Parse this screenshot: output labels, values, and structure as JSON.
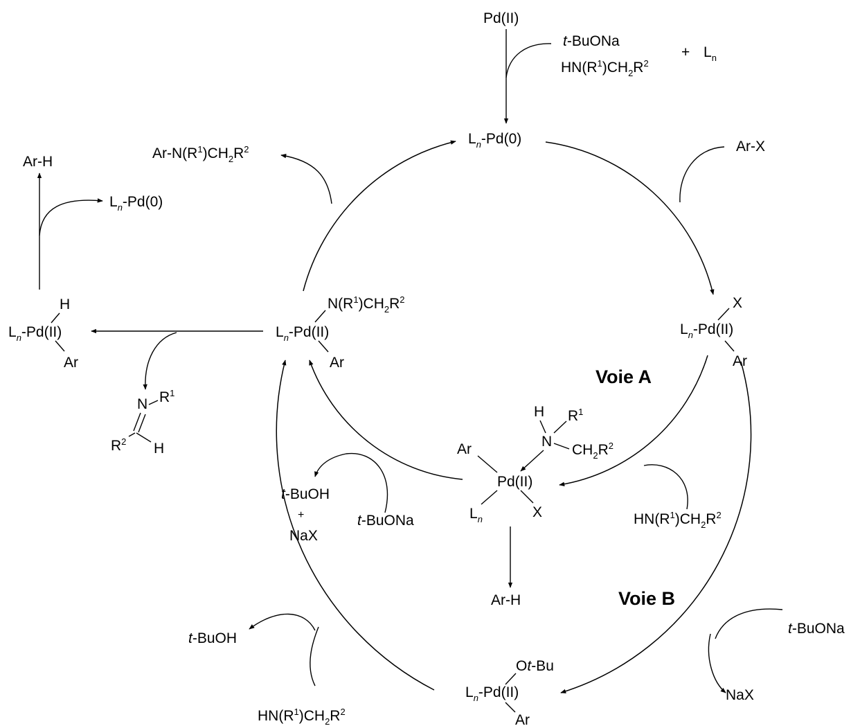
{
  "pd_ii_start": "Pd(II)",
  "reagent_tbuona_top": "t-BuONa",
  "amine_top": "HN(R1)CH2R2",
  "plus_top": "+",
  "ligand_top": "Ln",
  "pd0_top": "Ln-Pd(0)",
  "product_amine": "Ar-N(R1)CH2R2",
  "ar_x": "Ar-X",
  "ar_h_left": "Ar-H",
  "pd0_left": "Ln-Pd(0)",
  "oxidative_adduct": {
    "ligand": "X",
    "metal": "Ln-Pd(II)",
    "aryl": "Ar"
  },
  "amido_complex": {
    "ligand": "N(R1)CH2R2",
    "metal": "Ln-Pd(II)",
    "aryl": "Ar"
  },
  "hydride_complex": {
    "ligand": "H",
    "metal": "Ln-Pd(II)",
    "aryl": "Ar"
  },
  "route_a": "Voie A",
  "route_b": "Voie B",
  "imine": {
    "n": "N",
    "r1": "R1",
    "r2": "R2",
    "h": "H"
  },
  "amine_complex": {
    "h": "H",
    "r1": "R1",
    "n": "N",
    "ch2r2": "CH2R2",
    "ar": "Ar",
    "metal": "Pd(II)",
    "ln": "Ln",
    "x": "X"
  },
  "amine_mid_right": "HN(R1)CH2R2",
  "tbuoh_mid": "t-BuOH",
  "plus_mid": "+",
  "nax_mid": "NaX",
  "tbuona_mid": "t-BuONa",
  "ar_h_mid": "Ar-H",
  "tbuona_right": "t-BuONa",
  "nax_right": "NaX",
  "tbuoh_bottom": "t-BuOH",
  "amine_bottom": "HN(R1)CH2R2",
  "alkoxide_complex": {
    "ligand": "Ot-Bu",
    "metal": "Ln-Pd(II)",
    "aryl": "Ar"
  }
}
